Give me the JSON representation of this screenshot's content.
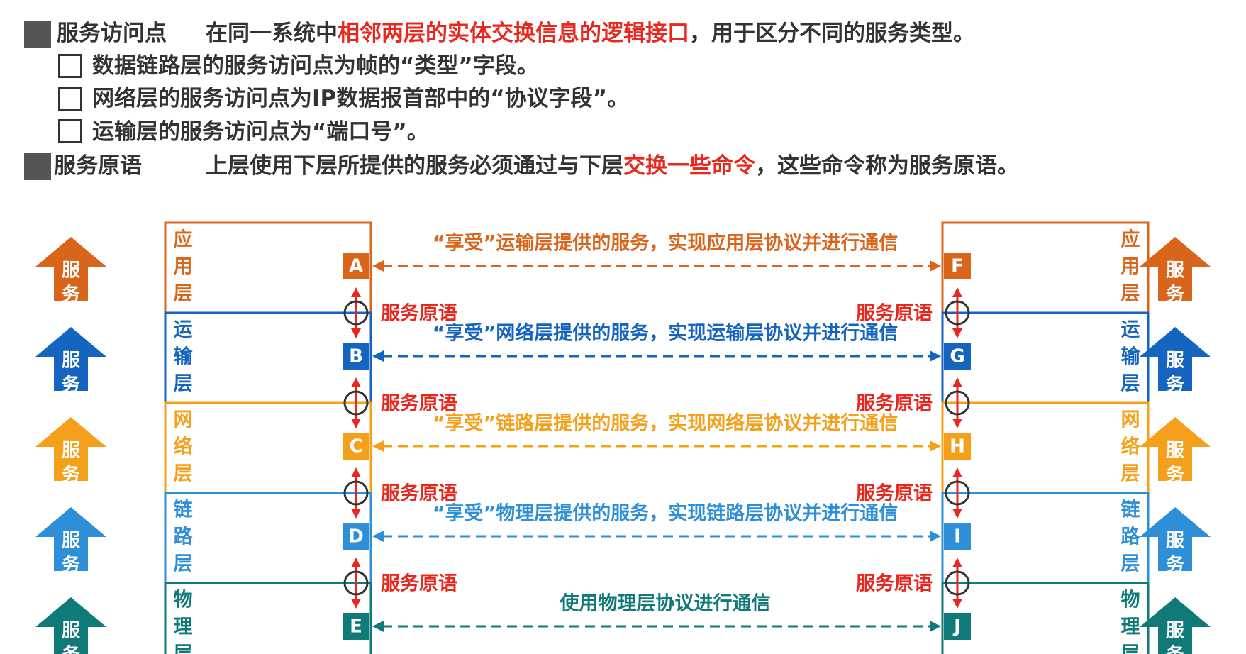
{
  "header": {
    "sap": {
      "term": "服务访问点",
      "desc_before": "在同一系统中",
      "desc_highlight": "相邻两层的实体交换信息的逻辑接口",
      "desc_after": "，用于区分不同的服务类型。"
    },
    "sap_items": [
      "数据链路层的服务访问点为帧的“类型”字段。",
      "网络层的服务访问点为IP数据报首部中的“协议字段”。",
      "运输层的服务访问点为“端口号”。"
    ],
    "primitive": {
      "term": "服务原语",
      "desc_before": "上层使用下层所提供的服务必须通过与下层",
      "desc_highlight": "交换一些命令",
      "desc_after": "，这些命令称为服务原语。"
    }
  },
  "diagram": {
    "service_label": "服务",
    "primitive_label": "服务原语",
    "layers": [
      {
        "name": "应用层",
        "color": "#d9651a",
        "left_sap": "A",
        "right_sap": "F",
        "comm": "“享受”运输层提供的服务，实现应用层协议并进行通信"
      },
      {
        "name": "运输层",
        "color": "#1565c0",
        "left_sap": "B",
        "right_sap": "G",
        "comm": "“享受”网络层提供的服务，实现运输层协议并进行通信"
      },
      {
        "name": "网络层",
        "color": "#f5a01a",
        "left_sap": "C",
        "right_sap": "H",
        "comm": "“享受”链路层提供的服务，实现网络层协议并进行通信"
      },
      {
        "name": "链路层",
        "color": "#2e8fd8",
        "left_sap": "D",
        "right_sap": "I",
        "comm": "“享受”物理层提供的服务，实现链路层协议并进行通信"
      },
      {
        "name": "物理层",
        "color": "#0f7a78",
        "left_sap": "E",
        "right_sap": "J",
        "comm": "使用物理层协议进行通信"
      }
    ]
  }
}
